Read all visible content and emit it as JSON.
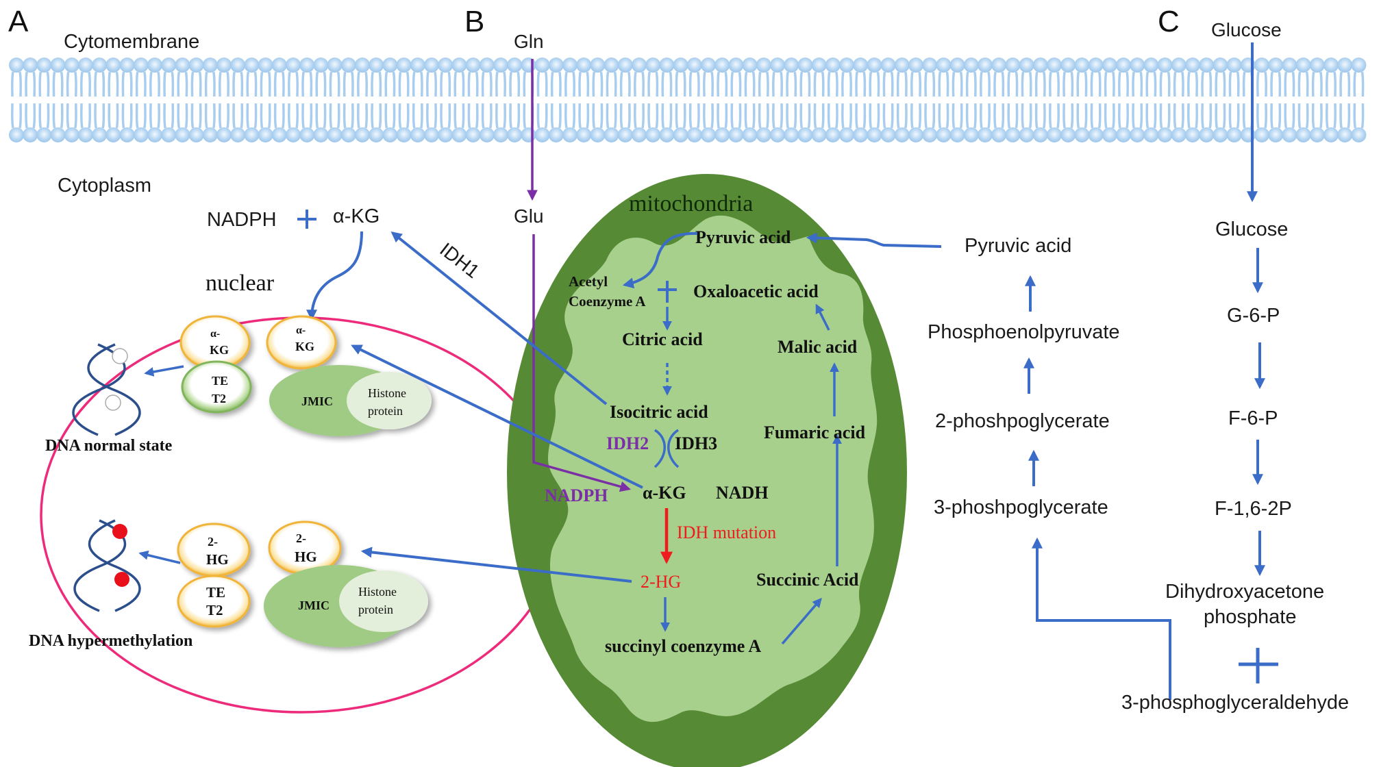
{
  "panels": {
    "a": "A",
    "b": "B",
    "c": "C"
  },
  "membrane": {
    "label": "Cytomembrane"
  },
  "compartments": {
    "cytoplasm": "Cytoplasm",
    "nuclear": "nuclear",
    "mitochondria": "mitochondria"
  },
  "cytoplasm": {
    "nadph": "NADPH",
    "plus": "+",
    "akg": "α-KG",
    "idh1": "IDH1",
    "gln": "Gln",
    "glu": "Glu"
  },
  "nucleus": {
    "normal": {
      "akg_a": [
        "α-",
        "KG"
      ],
      "tet2": [
        "TE",
        "T2"
      ],
      "akg_b": [
        "α-",
        "KG"
      ],
      "jmic": "JMIC",
      "histone": [
        "Histone",
        "protein"
      ],
      "dna_label": "DNA  normal state"
    },
    "mutant": {
      "hg_a": [
        "2-",
        "HG"
      ],
      "tet2": [
        "TE",
        "T2"
      ],
      "hg_b": [
        "2-",
        "HG"
      ],
      "jmic": "JMIC",
      "histone": [
        "Histone",
        "protein"
      ],
      "dna_label": "DNA hypermethylation"
    }
  },
  "tca": {
    "pyruvic": "Pyruvic acid",
    "acetyl": [
      "Acetyl",
      "Coenzyme A"
    ],
    "plus": "+",
    "oxaloacetic": "Oxaloacetic acid",
    "citric": "Citric acid",
    "isocitric": "Isocitric acid",
    "idh2": "IDH2",
    "idh3": "IDH3",
    "nadph": "NADPH",
    "akg": "α-KG",
    "nadh": "NADH",
    "idh_mutation": "IDH mutation",
    "hg": "2-HG",
    "succinyl": "succinyl coenzyme A",
    "succinic": "Succinic Acid",
    "fumaric": "Fumaric  acid",
    "malic": "Malic acid"
  },
  "glycolysis": {
    "glucose_out": "Glucose",
    "glucose_in": "Glucose",
    "g6p": "G-6-P",
    "f6p": "F-6-P",
    "f16p": "F-1,6-2P",
    "dhap": [
      "Dihydroxyacetone",
      "phosphate"
    ],
    "plus": "+",
    "g3p": "3-phosphoglyceraldehyde",
    "pg3": "3-phoshpoglycerate",
    "pg2": "2-phoshpoglycerate",
    "pep": "Phosphoenolpyruvate",
    "pyruvic": "Pyruvic acid"
  },
  "colors": {
    "arrow_blue": "#3a6cc8",
    "purple": "#7b2fa6",
    "red": "#ee1c1c",
    "nucleus_border": "#ee2a7b",
    "mito_dark": "#568a35",
    "mito_light": "#a8d08d",
    "membrane": "#a9cdee"
  }
}
